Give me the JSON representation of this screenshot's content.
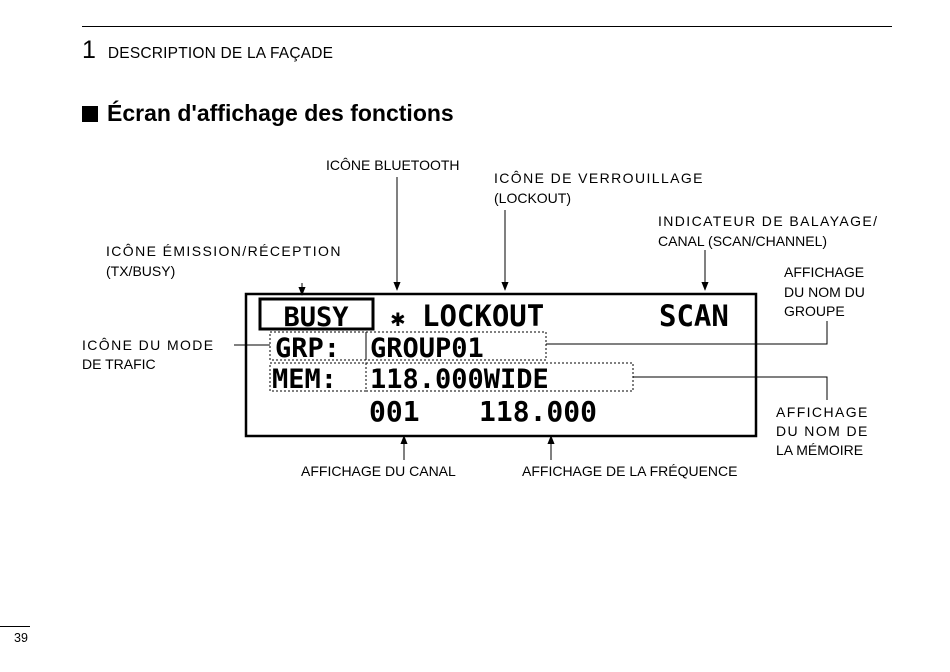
{
  "header": {
    "chapter_number": "1",
    "chapter_title": "DESCRIPTION DE LA FAÇADE"
  },
  "section": {
    "title": "Écran d'affichage des fonctions"
  },
  "display": {
    "busy": "BUSY",
    "bluetooth_glyph": "✱",
    "lockout": "LOCKOUT",
    "scan": "SCAN",
    "grp_label": "GRP:",
    "group_name": "GROUP01",
    "mem_label": "MEM:",
    "memory_name": "118.000WIDE",
    "channel": "001",
    "frequency": "118.000"
  },
  "labels": {
    "bluetooth": "ICÔNE BLUETOOTH",
    "lockout_1": "ICÔNE DE VERROUILLAGE",
    "lockout_2": "(LOCKOUT)",
    "scan_1": "INDICATEUR DE BALAYAGE/",
    "scan_2": "CANAL (SCAN/CHANNEL)",
    "txrx_1": "ICÔNE ÉMISSION/RÉCEPTION",
    "txrx_2": "(TX/BUSY)",
    "group_1": "AFFICHAGE",
    "group_2": "DU NOM DU",
    "group_3": "GROUPE",
    "traffic_1": "ICÔNE DU MODE",
    "traffic_2": "DE TRAFIC",
    "memory_1": "AFFICHAGE",
    "memory_2": "DU NOM DE",
    "memory_3": "LA MÉMOIRE",
    "channel": "AFFICHAGE DU CANAL",
    "frequency": "AFFICHAGE DE LA FRÉQUENCE"
  },
  "page_number": "39"
}
